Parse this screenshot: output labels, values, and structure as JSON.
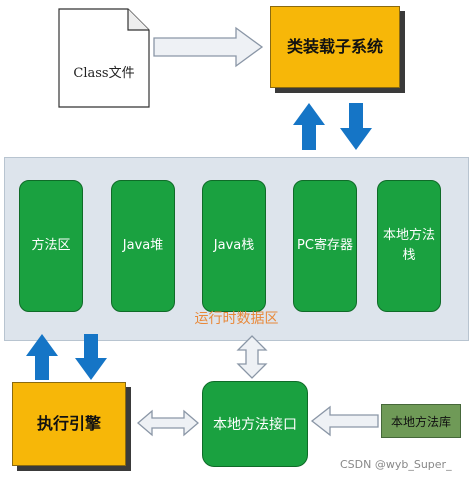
{
  "class_file": {
    "label": "Class文件"
  },
  "class_loader": {
    "label": "类装载子系统"
  },
  "runtime_data_area": {
    "label": "运行时数据区",
    "regions": [
      "方法区",
      "Java堆",
      "Java栈",
      "PC寄存器",
      "本地方法\n栈"
    ]
  },
  "execution_engine": {
    "label": "执行引擎"
  },
  "native_interface": {
    "label": "本地方法接口"
  },
  "native_library": {
    "label": "本地方法库"
  },
  "watermark": "CSDN @wyb_Super_",
  "colors": {
    "loader_fill": "#f7b708",
    "region_fill": "#1aa140",
    "runtime_fill": "#dde4ec",
    "arrow_blue": "#1575c6",
    "runtime_label": "#e8893a",
    "native_library_fill": "#6f9a57"
  }
}
